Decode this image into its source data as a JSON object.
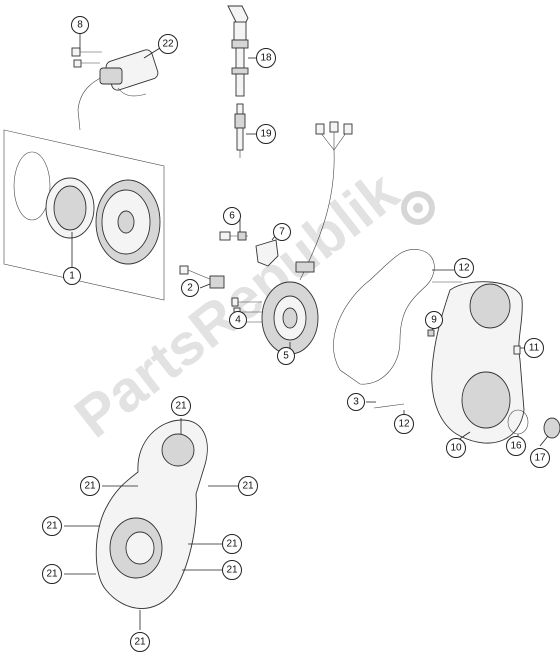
{
  "diagram": {
    "watermark": "PartsRepublik",
    "callouts": [
      {
        "id": "c8",
        "label": "8"
      },
      {
        "id": "c22",
        "label": "22"
      },
      {
        "id": "c18",
        "label": "18"
      },
      {
        "id": "c19",
        "label": "19"
      },
      {
        "id": "c1",
        "label": "1"
      },
      {
        "id": "c6",
        "label": "6"
      },
      {
        "id": "c7",
        "label": "7"
      },
      {
        "id": "c2",
        "label": "2"
      },
      {
        "id": "c4",
        "label": "4"
      },
      {
        "id": "c5",
        "label": "5"
      },
      {
        "id": "c12a",
        "label": "12"
      },
      {
        "id": "c9",
        "label": "9"
      },
      {
        "id": "c11",
        "label": "11"
      },
      {
        "id": "c3",
        "label": "3"
      },
      {
        "id": "c12b",
        "label": "12"
      },
      {
        "id": "c10",
        "label": "10"
      },
      {
        "id": "c16",
        "label": "16"
      },
      {
        "id": "c17",
        "label": "17"
      },
      {
        "id": "c21a",
        "label": "21"
      },
      {
        "id": "c21b",
        "label": "21"
      },
      {
        "id": "c21c",
        "label": "21"
      },
      {
        "id": "c21d",
        "label": "21"
      },
      {
        "id": "c21e",
        "label": "21"
      },
      {
        "id": "c21f",
        "label": "21"
      },
      {
        "id": "c21g",
        "label": "21"
      },
      {
        "id": "c21h",
        "label": "21"
      }
    ]
  }
}
